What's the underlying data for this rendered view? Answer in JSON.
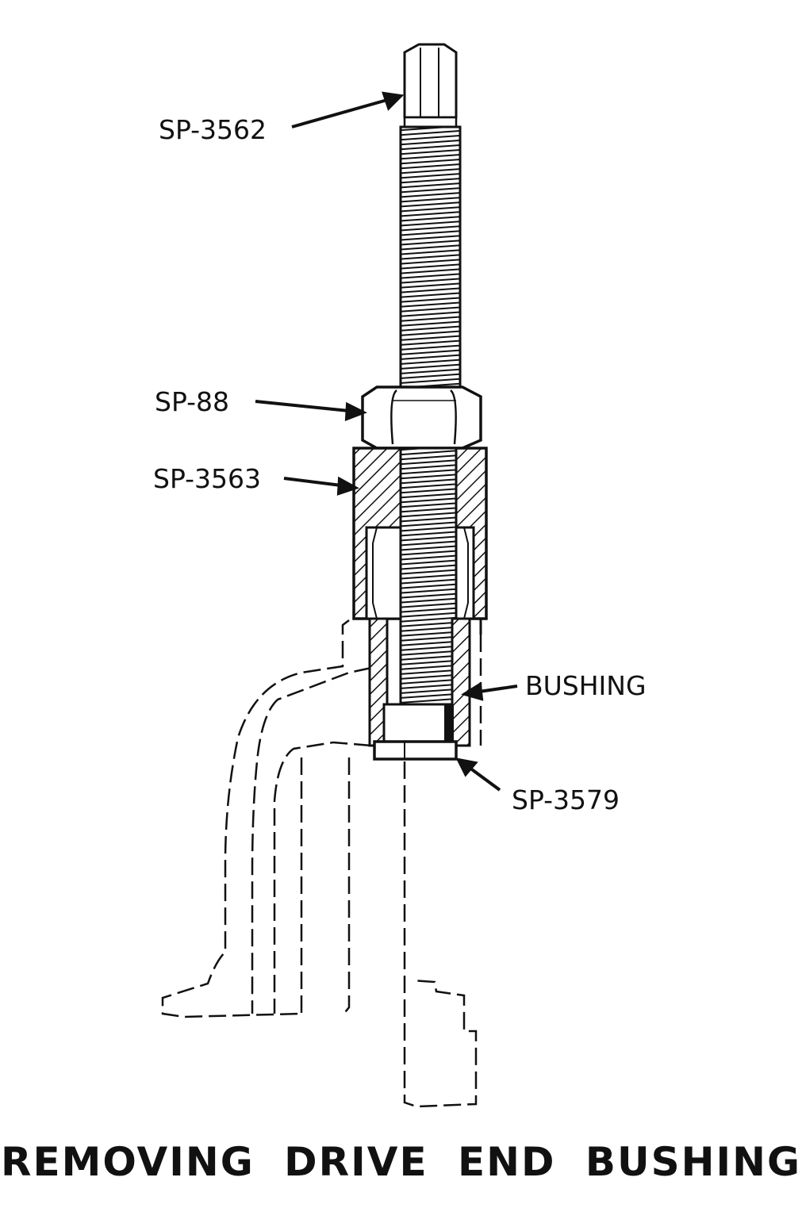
{
  "labels": {
    "sp3562": "SP-3562",
    "sp88": "SP-88",
    "sp3563": "SP-3563",
    "bushing": "BUSHING",
    "sp3579": "SP-3579"
  },
  "caption": "REMOVING DRIVE END BUSHING"
}
